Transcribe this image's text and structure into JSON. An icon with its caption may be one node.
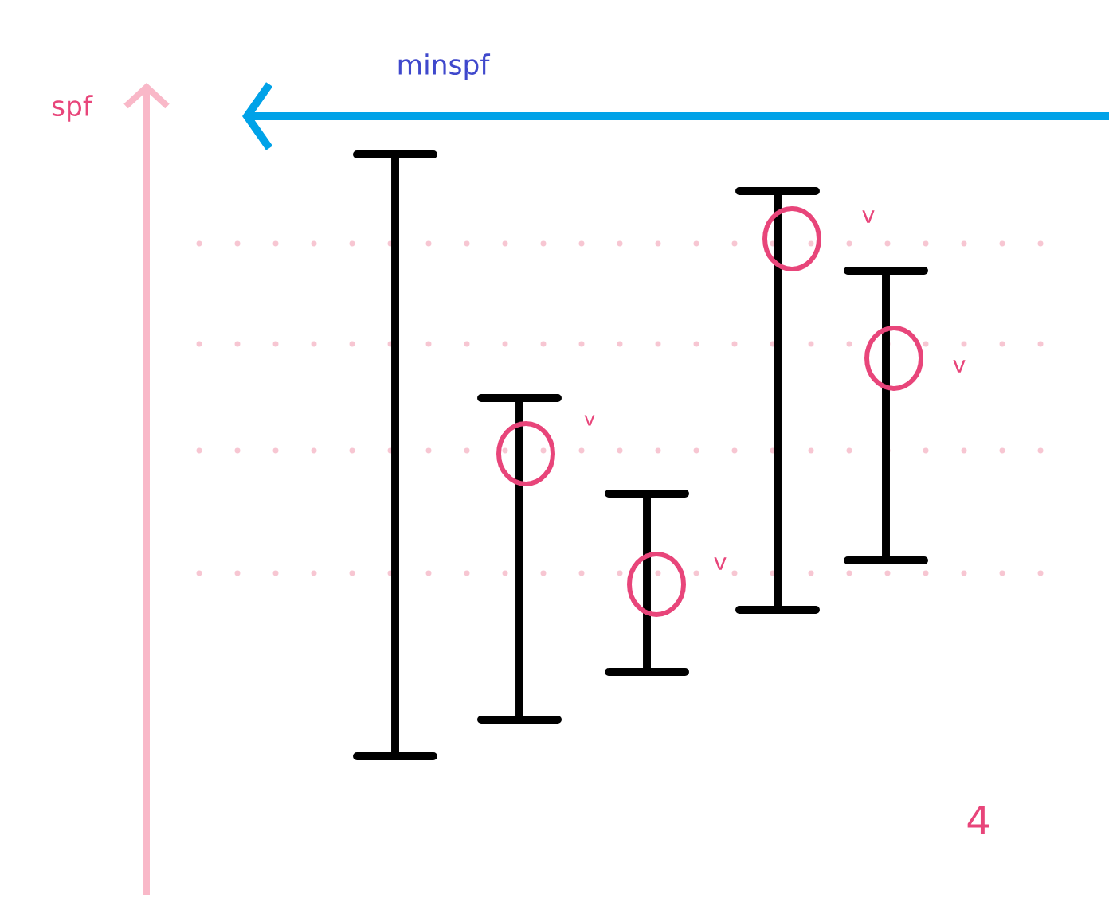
{
  "diagram": {
    "labels": [
      "spf",
      "minspf",
      "v",
      "v",
      "v",
      "v",
      "4"
    ]
  }
}
